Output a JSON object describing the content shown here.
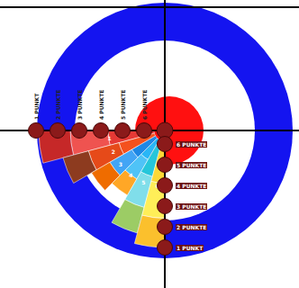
{
  "diagram": {
    "nodes": [
      {
        "text": [
          "1 PUNKT"
        ]
      },
      {
        "text": [
          "2 PUNKTE"
        ]
      },
      {
        "text": [
          "3 PUNKTE"
        ]
      },
      {
        "text": [
          "4 PUNKTE"
        ]
      },
      {
        "text": [
          "5 PUNKTE"
        ]
      },
      {
        "text": [
          "6 PUNKTE"
        ]
      },
      {
        "text": [
          "6 PUNKTE"
        ]
      },
      {
        "text": [
          "5 PUNKTE"
        ]
      },
      {
        "text": [
          "4 PUNKTE"
        ]
      },
      {
        "text": [
          "3 PUNKTE"
        ]
      },
      {
        "text": [
          "2 PUNKTE"
        ]
      },
      {
        "text": [
          "1 PUNKT"
        ]
      }
    ],
    "labels": [
      "1",
      "2",
      "3",
      "4",
      "5",
      "6"
    ]
  }
}
